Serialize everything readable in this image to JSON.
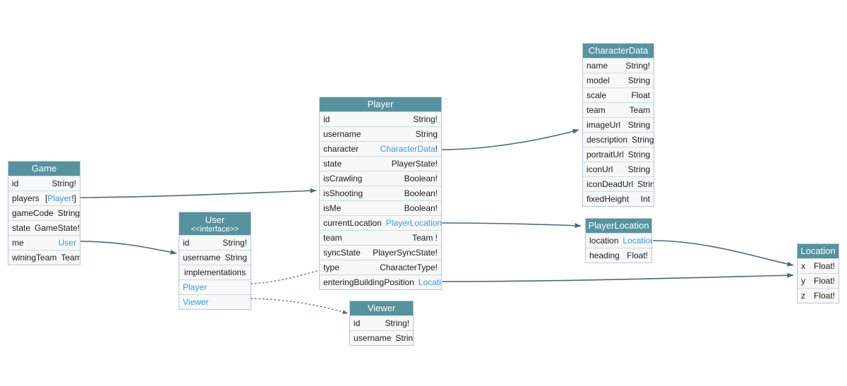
{
  "diagram": {
    "kind": "graphql-schema-erd",
    "colors": {
      "header_bg": "#56939f",
      "header_text": "#ffffff",
      "row_bg": "#f7f8f8",
      "border": "#b9c8cd",
      "link_text": "#3b9ad9",
      "edge": "#4a6b78",
      "background": "#ffffff"
    }
  },
  "entities": {
    "game": {
      "title": "Game",
      "fields": [
        {
          "name": "id",
          "type": "String!",
          "link": false
        },
        {
          "name": "players",
          "type": "[Player!]",
          "link": true,
          "link_text": "Player",
          "prefix": "[",
          "suffix": "!]"
        },
        {
          "name": "gameCode",
          "type": "String!",
          "link": false
        },
        {
          "name": "state",
          "type": "GameState!",
          "link": false
        },
        {
          "name": "me",
          "type": "User",
          "link": true,
          "link_text": "User",
          "prefix": "",
          "suffix": ""
        },
        {
          "name": "winingTeam",
          "type": "Team",
          "link": false
        }
      ]
    },
    "user": {
      "title": "User",
      "stereotype": "<<interface>>",
      "fields": [
        {
          "name": "id",
          "type": "String!",
          "link": false
        },
        {
          "name": "username",
          "type": "String",
          "link": false
        }
      ],
      "implementations_label": "implementations",
      "implementations": [
        "Player",
        "Viewer"
      ]
    },
    "player": {
      "title": "Player",
      "fields": [
        {
          "name": "id",
          "type": "String!",
          "link": false
        },
        {
          "name": "username",
          "type": "String",
          "link": false
        },
        {
          "name": "character",
          "type": "CharacterData!",
          "link": true,
          "link_text": "CharacterData",
          "prefix": "",
          "suffix": "!"
        },
        {
          "name": "state",
          "type": "PlayerState!",
          "link": false
        },
        {
          "name": "isCrawling",
          "type": "Boolean!",
          "link": false
        },
        {
          "name": "isShooting",
          "type": "Boolean!",
          "link": false
        },
        {
          "name": "isMe",
          "type": "Boolean!",
          "link": false
        },
        {
          "name": "currentLocation",
          "type": "PlayerLocation!",
          "link": true,
          "link_text": "PlayerLocation",
          "prefix": "",
          "suffix": "!"
        },
        {
          "name": "team",
          "type": "Team !",
          "link": false
        },
        {
          "name": "syncState",
          "type": "PlayerSyncState!",
          "link": false
        },
        {
          "name": "type",
          "type": "CharacterType!",
          "link": false
        },
        {
          "name": "enteringBuildingPosition",
          "type": "Location",
          "link": true,
          "link_text": "Location",
          "prefix": "",
          "suffix": ""
        }
      ]
    },
    "viewer": {
      "title": "Viewer",
      "fields": [
        {
          "name": "id",
          "type": "String!",
          "link": false
        },
        {
          "name": "username",
          "type": "String",
          "link": false
        }
      ]
    },
    "character_data": {
      "title": "CharacterData",
      "fields": [
        {
          "name": "name",
          "type": "String!",
          "link": false
        },
        {
          "name": "model",
          "type": "String",
          "link": false
        },
        {
          "name": "scale",
          "type": "Float",
          "link": false
        },
        {
          "name": "team",
          "type": "Team",
          "link": false
        },
        {
          "name": "imageUrl",
          "type": "String",
          "link": false
        },
        {
          "name": "description",
          "type": "String",
          "link": false
        },
        {
          "name": "portraitUrl",
          "type": "String",
          "link": false
        },
        {
          "name": "iconUrl",
          "type": "String",
          "link": false
        },
        {
          "name": "iconDeadUrl",
          "type": "String",
          "link": false
        },
        {
          "name": "fixedHeight",
          "type": "Int",
          "link": false
        }
      ]
    },
    "player_location": {
      "title": "PlayerLocation",
      "fields": [
        {
          "name": "location",
          "type": "Location!",
          "link": true,
          "link_text": "Location",
          "prefix": "",
          "suffix": "!"
        },
        {
          "name": "heading",
          "type": "Float!",
          "link": false
        }
      ]
    },
    "location": {
      "title": "Location",
      "fields": [
        {
          "name": "x",
          "type": "Float!",
          "link": false
        },
        {
          "name": "y",
          "type": "Float!",
          "link": false
        },
        {
          "name": "z",
          "type": "Float!",
          "link": false
        }
      ]
    }
  },
  "relationships": [
    {
      "from": "game.players",
      "to": "player",
      "style": "solid"
    },
    {
      "from": "game.me",
      "to": "user",
      "style": "solid"
    },
    {
      "from": "player.character",
      "to": "character_data",
      "style": "solid"
    },
    {
      "from": "player.currentLocation",
      "to": "player_location",
      "style": "solid"
    },
    {
      "from": "player.enteringBuildingPosition",
      "to": "location",
      "style": "solid"
    },
    {
      "from": "player_location.location",
      "to": "location",
      "style": "solid"
    },
    {
      "from": "user.Player",
      "to": "player",
      "style": "dotted"
    },
    {
      "from": "user.Viewer",
      "to": "viewer",
      "style": "dotted"
    }
  ]
}
